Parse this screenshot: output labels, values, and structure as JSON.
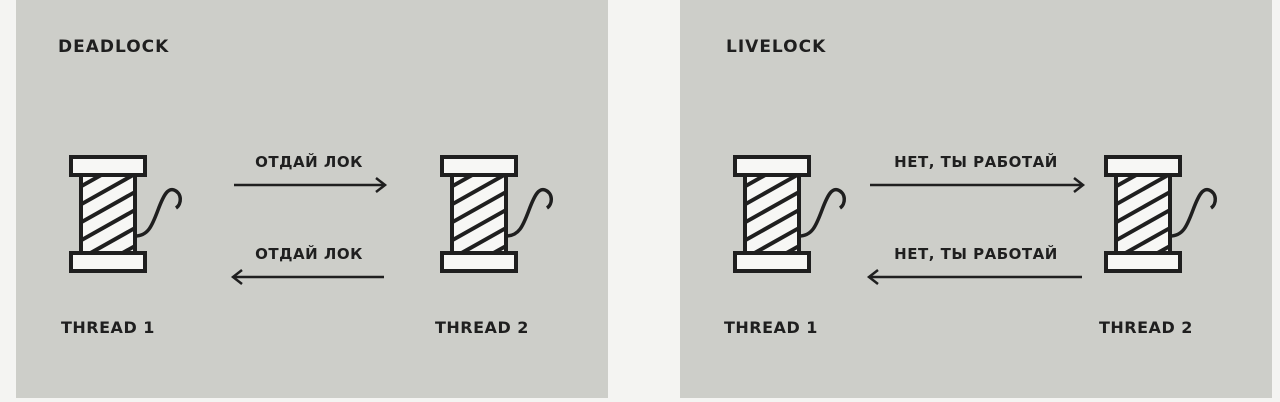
{
  "panels": [
    {
      "title": "DEADLOCK",
      "thread_left": "THREAD 1",
      "thread_right": "THREAD 2",
      "message_top": "ОТДАЙ ЛОК",
      "message_bottom": "ОТДАЙ ЛОК"
    },
    {
      "title": "LIVELOCK",
      "thread_left": "THREAD 1",
      "thread_right": "THREAD 2",
      "message_top": "НЕТ, ТЫ РАБОТАЙ",
      "message_bottom": "НЕТ, ТЫ РАБОТАЙ"
    }
  ],
  "colors": {
    "panel_background": "#cdcec9",
    "page_background": "#f4f4f2",
    "ink": "#1f1f1f",
    "spool_fill": "#f7f7f5"
  },
  "icons": [
    "spool-of-thread-icon",
    "arrow-right-icon",
    "arrow-left-icon"
  ]
}
